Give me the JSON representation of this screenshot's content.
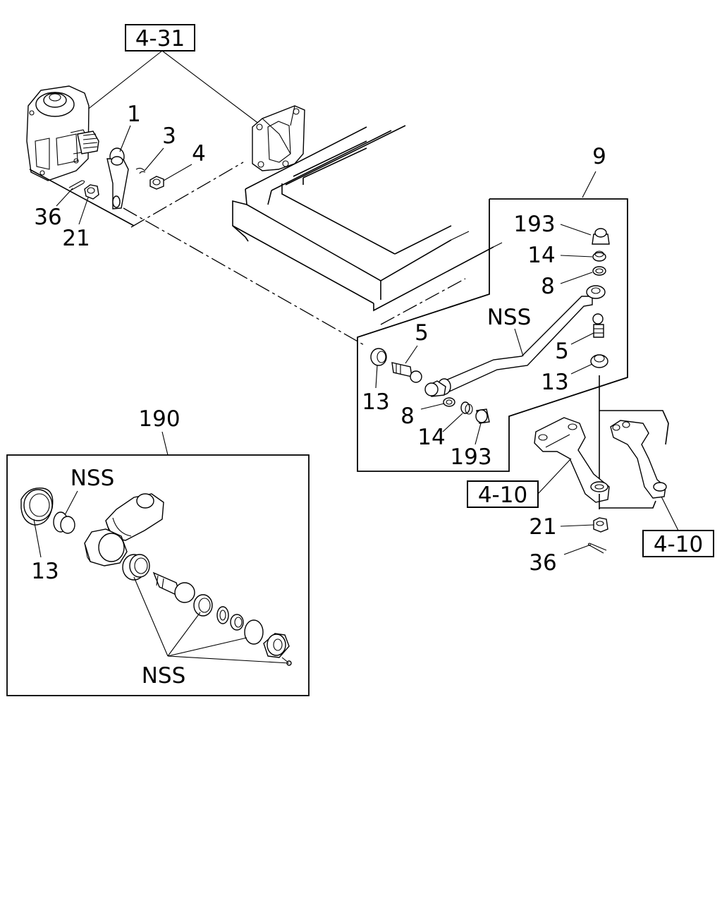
{
  "refs": {
    "top": "4-31",
    "knuckle_left": "4-10",
    "knuckle_right": "4-10"
  },
  "callouts": {
    "c1": "1",
    "c3": "3",
    "c4": "4",
    "c36_top": "36",
    "c21_top": "21",
    "c9": "9",
    "c193_a": "193",
    "c14_a": "14",
    "c8_a": "8",
    "nss_rod": "NSS",
    "c5_a": "5",
    "c5_b": "5",
    "c13_a": "13",
    "c13_b": "13",
    "c8_b": "8",
    "c14_b": "14",
    "c193_b": "193",
    "c21_bottom": "21",
    "c36_bottom": "36",
    "c190": "190",
    "nss_inset_top": "NSS",
    "c13_inset": "13",
    "nss_inset_bottom": "NSS"
  }
}
